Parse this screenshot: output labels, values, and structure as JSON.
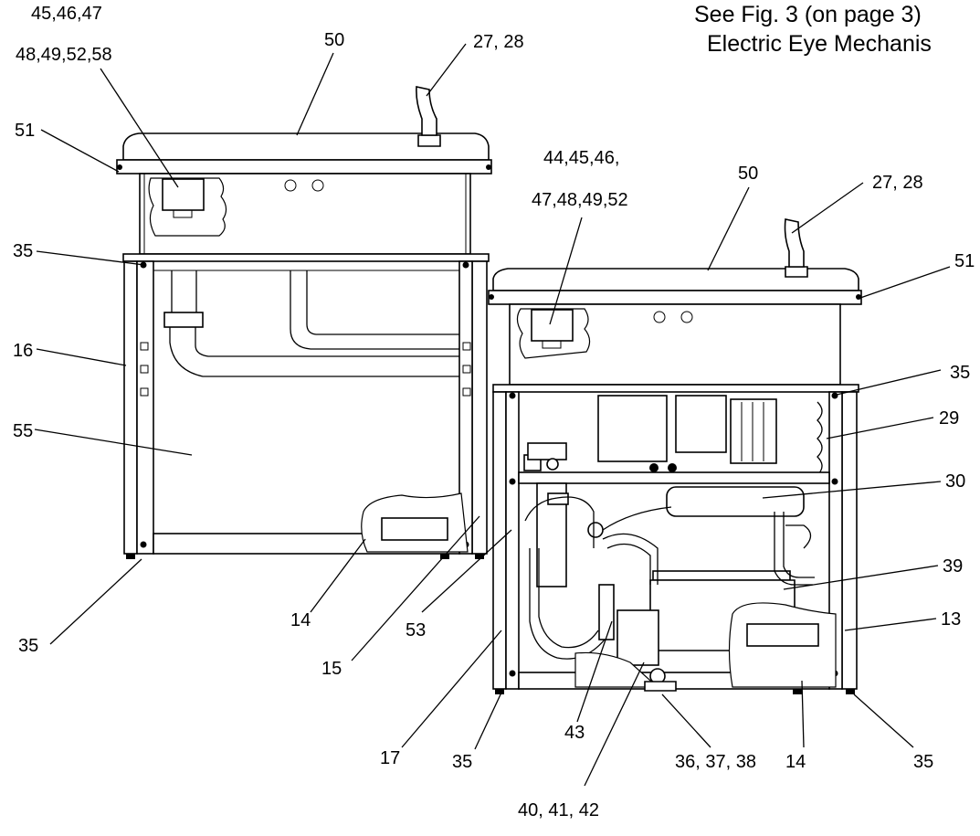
{
  "reference_note": {
    "line1": "See Fig. 3 (on page 3)",
    "line2": "Electric Eye Mechanis"
  },
  "left_unit_labels": {
    "top_a": "45,46,47",
    "top_b": "48,49,52,58",
    "top_panel": "50",
    "bubbler": "27, 28",
    "side_trim": "51",
    "screw_top": "35",
    "side_panel": "16",
    "drain_pipe": "55",
    "screw_bottom": "35",
    "base": "14",
    "frame": "15"
  },
  "right_unit_labels": {
    "top_a": "44,45,46,",
    "top_b": "47,48,49,52",
    "top_panel": "50",
    "bubbler": "27, 28",
    "side_trim": "51",
    "screw_top": "35",
    "condenser": "29",
    "evaporator": "30",
    "drier": "39",
    "side_panel": "13",
    "bracket": "53",
    "side_left": "17",
    "screw_bottom_left": "35",
    "tube": "43",
    "compressor": "40, 41, 42",
    "feet": "36, 37, 38",
    "base": "14",
    "screw_bottom_right": "35"
  }
}
